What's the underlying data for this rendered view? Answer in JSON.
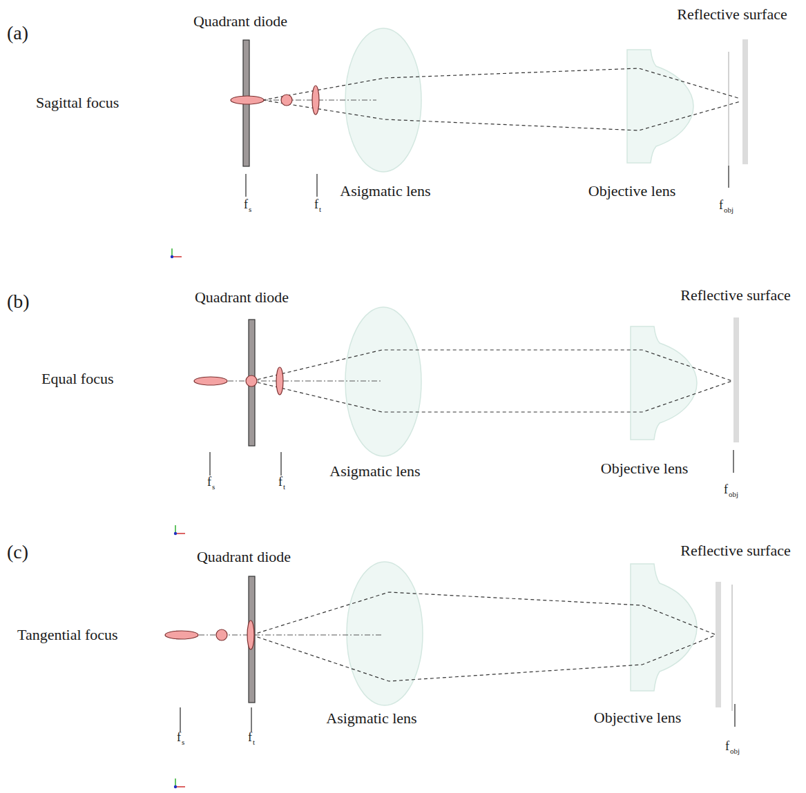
{
  "diagram": {
    "labels": [
      "(a)",
      "Quadrant diode",
      "Reflective surface",
      "Sagittal focus",
      "Asigmatic lens",
      "Objective lens",
      "f",
      "s",
      "f",
      "t",
      "f",
      "obj",
      "(b)",
      "Quadrant diode",
      "Reflective surface",
      "Equal focus",
      "Asigmatic lens",
      "Objective lens",
      "f",
      "s",
      "f",
      "t",
      "f",
      "obj",
      "(c)",
      "Quadrant diode",
      "Reflective surface",
      "Tangential focus",
      "Asigmatic lens",
      "Objective lens",
      "f",
      "s",
      "f",
      "t",
      "f",
      "obj"
    ]
  }
}
